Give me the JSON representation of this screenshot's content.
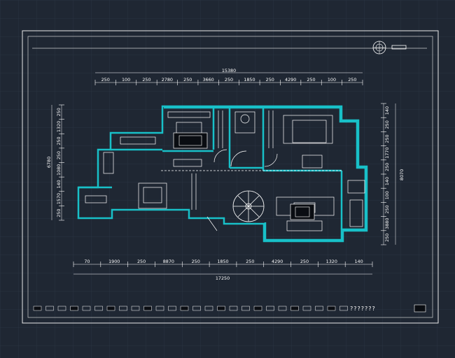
{
  "drawing": {
    "colors": {
      "background": "#1f2733",
      "grid": "#2a3340",
      "frame": "#e8e8e8",
      "wall": "#18c0c8",
      "line": "#ffffff",
      "furniture": "#d8d8d8"
    },
    "top_dims": {
      "total": "15380",
      "segments": [
        "250",
        "100",
        "250",
        "2780",
        "250",
        "3660",
        "250",
        "1850",
        "250",
        "4290",
        "250",
        "100",
        "250"
      ]
    },
    "bottom_dims": {
      "total": "17250",
      "segments": [
        "70",
        "1900",
        "250",
        "8870",
        "250",
        "1850",
        "250",
        "4290",
        "250",
        "1320",
        "140"
      ]
    },
    "left_dims": {
      "total": "6780",
      "segments": [
        "250",
        "1320",
        "250",
        "250",
        "1080",
        "140",
        "1570",
        "250"
      ]
    },
    "right_dims": {
      "total": "8070",
      "segments": [
        "140",
        "250",
        "250",
        "1770",
        "250",
        "140",
        "100",
        "250",
        "3880",
        "250"
      ]
    },
    "title_block": {
      "label": "???????"
    }
  }
}
